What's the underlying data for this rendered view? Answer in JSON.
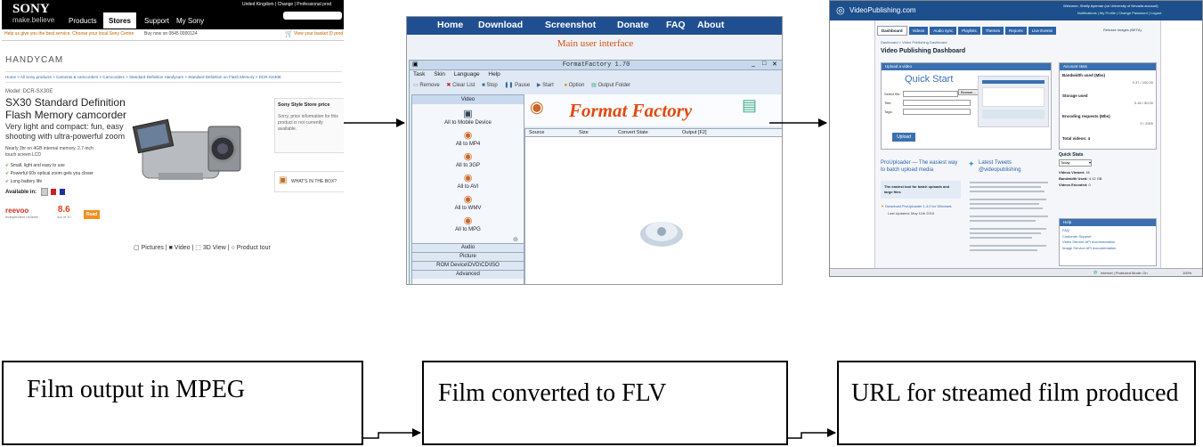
{
  "sony": {
    "logo": "SONY",
    "tagline": "make.believe",
    "nav": [
      "Products",
      "Stores",
      "Support",
      "My Sony"
    ],
    "region": "United Kingdom | Change | Professional prod",
    "help_bar": "Help us give you the best service.  Choose your local Sony Centre",
    "phone": "Buy now on 0845 0000124",
    "basket": "View your basket (0 prod",
    "handycam": "HANDYCAM",
    "breadcrumb": "Home > All Sony products > Cameras & camcorders > Camcorders > Standard Definition Handycam > Standard Definition on Flash Memory > DCR-SX30E",
    "model": "Model: DCR-SX30E",
    "title_line1": "SX30 Standard Definition",
    "title_line2": "Flash Memory camcorder",
    "subtitle_line1": "Very light and compact: fun, easy",
    "subtitle_line2": "shooting with ultra-powerful zoom",
    "desc": "Nearly 3hr on 4GB internal memory, 2.7-inch touch screen LCD",
    "bullets": [
      "Small, light and easy to use",
      "Powerful 60x optical zoom gets you closer",
      "Long battery life"
    ],
    "available": "Available in:",
    "store_price_title": "Sony Style Store price",
    "store_price_text": "Sorry, price information for this product is not currently available.",
    "whats_in_box": "WHAT'S IN THE BOX?",
    "media_links": [
      "Pictures",
      "Video",
      "3D View",
      "Product tour"
    ],
    "reevoo": "reevoo",
    "reevoo_sub": "Independent reviews",
    "score": "8.6",
    "score_sub": "out of 10",
    "read_btn": "Read"
  },
  "ff": {
    "nav": [
      "Home",
      "Download",
      "Screenshot",
      "Donate",
      "FAQ",
      "About"
    ],
    "main_title": "Main user interface",
    "window_title": "FormatFactory 1.70",
    "menu": [
      "Task",
      "Skin",
      "Language",
      "Help"
    ],
    "toolbar": [
      "Remove",
      "Clear List",
      "Stop",
      "Pause",
      "Start",
      "Option",
      "Output Folder"
    ],
    "sidebar_header": "Video",
    "sidebar_items": [
      "All to Mobile Device",
      "All to MP4",
      "All to 3GP",
      "All to AVI",
      "All to WMV",
      "All to MPG"
    ],
    "sections": [
      "Audio",
      "Picture",
      "ROM Device\\DVD\\CD\\ISO",
      "Advanced"
    ],
    "banner": "Format Factory",
    "columns": [
      "Source",
      "Size",
      "Convert State",
      "Output [F2]"
    ]
  },
  "vp": {
    "logo": "VideoPublishing.com",
    "welcome": "Welcome, Shelly Ayeman (on University of Nevada account)",
    "account_links": "Notifications | My Profile | Change Password | Logout",
    "tabs": [
      "Dashboard",
      "Videos",
      "Audio sync",
      "Playlists",
      "Themes",
      "Reports",
      "Live Events"
    ],
    "release": "Release Images (BETA)",
    "breadcrumb": "Dashboard > Video Publishing Dashboard",
    "page_title": "Video Publishing Dashboard",
    "upload_header": "Upload a video",
    "quick_start": "Quick Start",
    "browse": "Browse...",
    "form_labels": [
      "Select file:",
      "Title:",
      "Tags:"
    ],
    "upload_btn": "Upload",
    "account_header": "Account stats",
    "stats": [
      {
        "label": "Bandwidth used (Mbs)",
        "value": "0.37 / 100.00"
      },
      {
        "label": "Storage used",
        "value": "0.18 / 50.00"
      },
      {
        "label": "Encoding requests (Mbs)",
        "value": "0 / 2000"
      }
    ],
    "total_videos": "Total videos: 4",
    "quick_stats": "Quick Stats",
    "today": "Today",
    "quick_stat_rows": [
      {
        "label": "Videos Viewed:",
        "value": "16"
      },
      {
        "label": "Bandwidth Used:",
        "value": "4.12 GB"
      },
      {
        "label": "Videos Encoded:",
        "value": "0"
      }
    ],
    "uploader_title": "ProUploader — The easiest way to batch upload media",
    "uploader_text": "The easiest tool for batch uploads and large files",
    "download_link": "Download ProUploader 1.4.0 for Windows",
    "last_updated": "Last Updated: May 11th 2010",
    "tweets_title": "Latest Tweets @videopublishing",
    "help_header": "Help",
    "help_links": [
      "FAQ",
      "Customer Support",
      "Video Service API documentation",
      "Image Service API documentation"
    ],
    "status_bar": "Internet | Protected Mode: On",
    "zoom": "100%"
  },
  "boxes": [
    "Film output in MPEG",
    "Film converted to FLV",
    "URL for streamed film produced"
  ]
}
